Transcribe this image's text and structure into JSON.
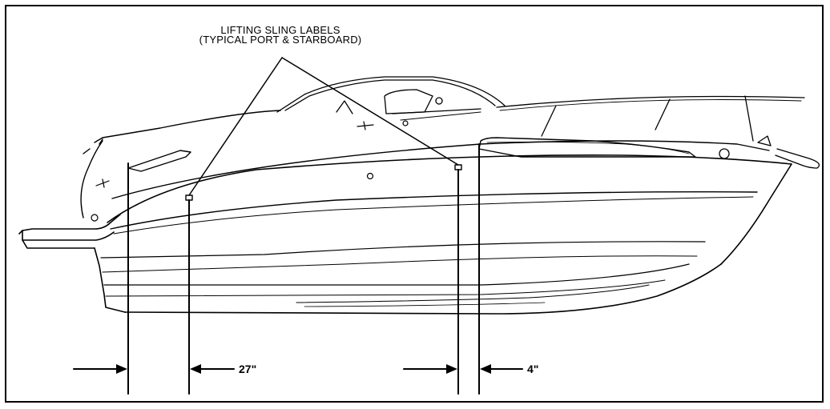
{
  "callout": {
    "line1": "LIFTING SLING LABELS",
    "line2": "(TYPICAL PORT & STARBOARD)"
  },
  "dimensions": {
    "aft": "27\"",
    "fwd": "4\""
  }
}
